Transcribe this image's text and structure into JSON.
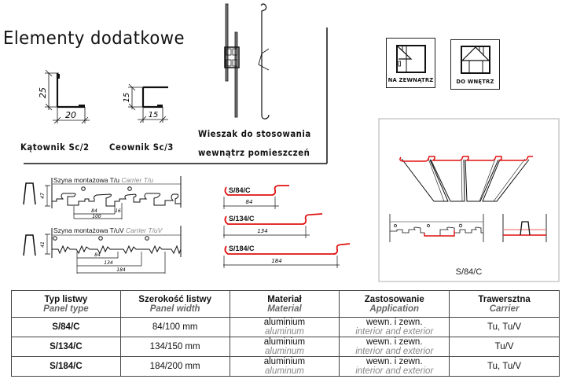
{
  "title": "Elementy dodatkowe",
  "accessories": {
    "katownik": {
      "label": "Kątownik Sc/2",
      "dim_vertical": "25",
      "dim_horizontal": "20"
    },
    "ceownik": {
      "label": "Ceownik Sc/3",
      "dim_vertical": "15",
      "dim_horizontal": "15"
    },
    "wieszak": {
      "label_line1": "Wieszak do stosowania",
      "label_line2": "wewnątrz pomieszczeń"
    }
  },
  "usage_icons": [
    {
      "label": "NA ZEWNĄTRZ",
      "icon": "outdoor-door-icon"
    },
    {
      "label": "DO WNĘTRZ",
      "icon": "indoor-house-icon"
    }
  ],
  "carriers": [
    {
      "label_pl": "Szyna montażowa T/u",
      "label_en": "Carrier T/u",
      "height": "47",
      "dims": [
        "84",
        "16",
        "100"
      ]
    },
    {
      "label_pl": "Szyna montażowa T/uV",
      "label_en": "Carrier T/uV",
      "height": "41",
      "dims": [
        "84",
        "134",
        "184"
      ]
    }
  ],
  "panel_profiles": [
    {
      "name": "S/84/C",
      "width": "84"
    },
    {
      "name": "S/134/C",
      "width": "134"
    },
    {
      "name": "S/184/C",
      "width": "184"
    }
  ],
  "sample": {
    "caption": "S/84/C"
  },
  "colors": {
    "accent_red": "#e01010",
    "line": "#222222",
    "frame_gray": "#c8c8c8"
  },
  "table": {
    "headers": [
      {
        "pl": "Typ listwy",
        "en": "Panel type"
      },
      {
        "pl": "Szerokość listwy",
        "en": "Panel width"
      },
      {
        "pl": "Materiał",
        "en": "Material"
      },
      {
        "pl": "Zastosowanie",
        "en": "Application"
      },
      {
        "pl": "Trawersztna",
        "en": "Carrier"
      }
    ],
    "rows": [
      {
        "type": "S/84/C",
        "width": "84/100 mm",
        "material_pl": "aluminium",
        "material_en": "aluminum",
        "application_pl": "wewn. i zewn.",
        "application_en": "interior and exterior",
        "carrier": "Tu, Tu/V"
      },
      {
        "type": "S/134/C",
        "width": "134/150 mm",
        "material_pl": "aluminium",
        "material_en": "aluminum",
        "application_pl": "wewn. i zewn.",
        "application_en": "interior and exterior",
        "carrier": "Tu/V"
      },
      {
        "type": "S/184/C",
        "width": "184/200 mm",
        "material_pl": "aluminium",
        "material_en": "aluminum",
        "application_pl": "wewn. i zewn.",
        "application_en": "interior and exterior",
        "carrier": "Tu, Tu/V"
      }
    ]
  }
}
